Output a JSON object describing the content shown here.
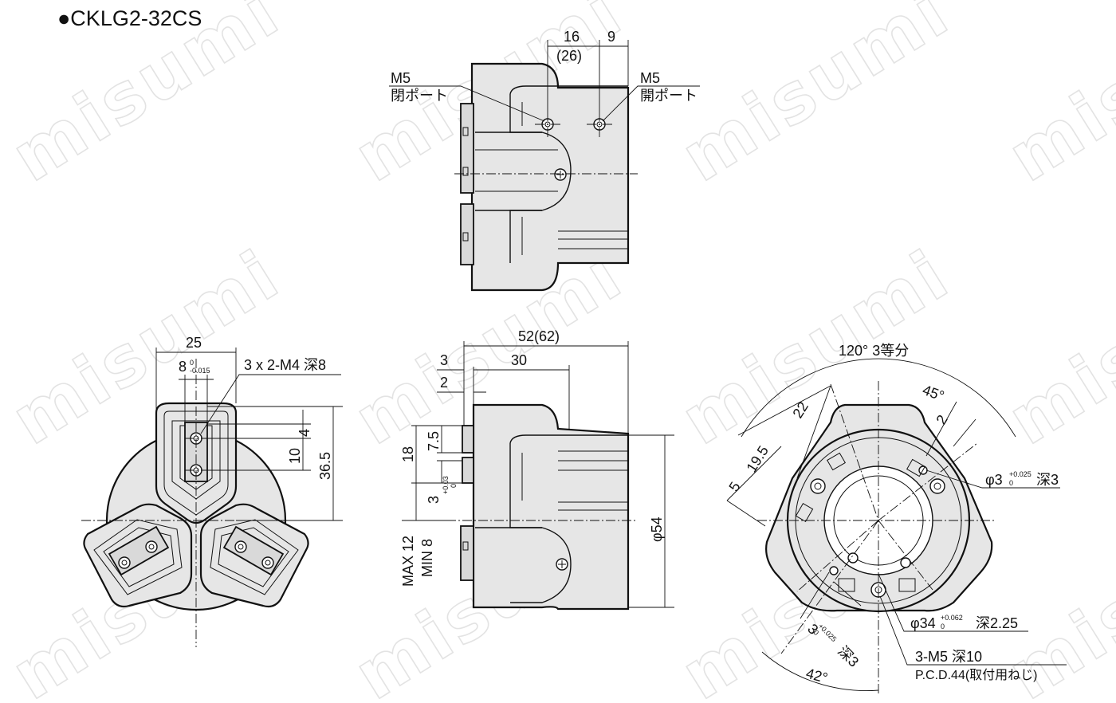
{
  "title": "●CKLG2-32CS",
  "watermark": "misumi",
  "top_view": {
    "dim_16": "16",
    "dim_26": "(26)",
    "dim_9": "9",
    "port_left_size": "M5",
    "port_left_label": "閉ポート",
    "port_right_size": "M5",
    "port_right_label": "開ポート"
  },
  "bottom_left_view": {
    "dim_25": "25",
    "dim_8": "8",
    "tol_8_upper": "0",
    "tol_8_lower": "-0.015",
    "thread_label": "3 x 2-M4 深8",
    "dim_10": "10",
    "dim_4": "4",
    "dim_36_5": "36.5"
  },
  "bottom_mid_view": {
    "dim_52_62": "52(62)",
    "dim_3": "3",
    "dim_30": "30",
    "dim_2": "2",
    "dim_18": "18",
    "dim_7_5": "7.5",
    "dim_3b": "3",
    "tol_3_upper": "+0.03",
    "tol_3_lower": "0",
    "dim_max12": "MAX 12",
    "dim_min8": "MIN 8",
    "dim_phi54": "φ54"
  },
  "bottom_right_view": {
    "angle_label": "120° 3等分",
    "dim_45deg": "45°",
    "dim_22": "22",
    "dim_2": "2",
    "dim_19_5": "19.5",
    "dim_5": "5",
    "pin_hole": "φ3",
    "pin_tol_upper": "+0.025",
    "pin_tol_lower": "0",
    "pin_depth": "深3",
    "bore": "φ34",
    "bore_tol_upper": "+0.062",
    "bore_tol_lower": "0",
    "bore_depth": "深2.25",
    "pin_hole2": "3",
    "pin2_tol_upper": "+0.025",
    "pin2_tol_lower": "0",
    "pin2_depth": "深3",
    "mount_thread": "3-M5 深10",
    "pcd_label": "P.C.D.44(取付用ねじ)",
    "dim_42deg": "42°"
  }
}
